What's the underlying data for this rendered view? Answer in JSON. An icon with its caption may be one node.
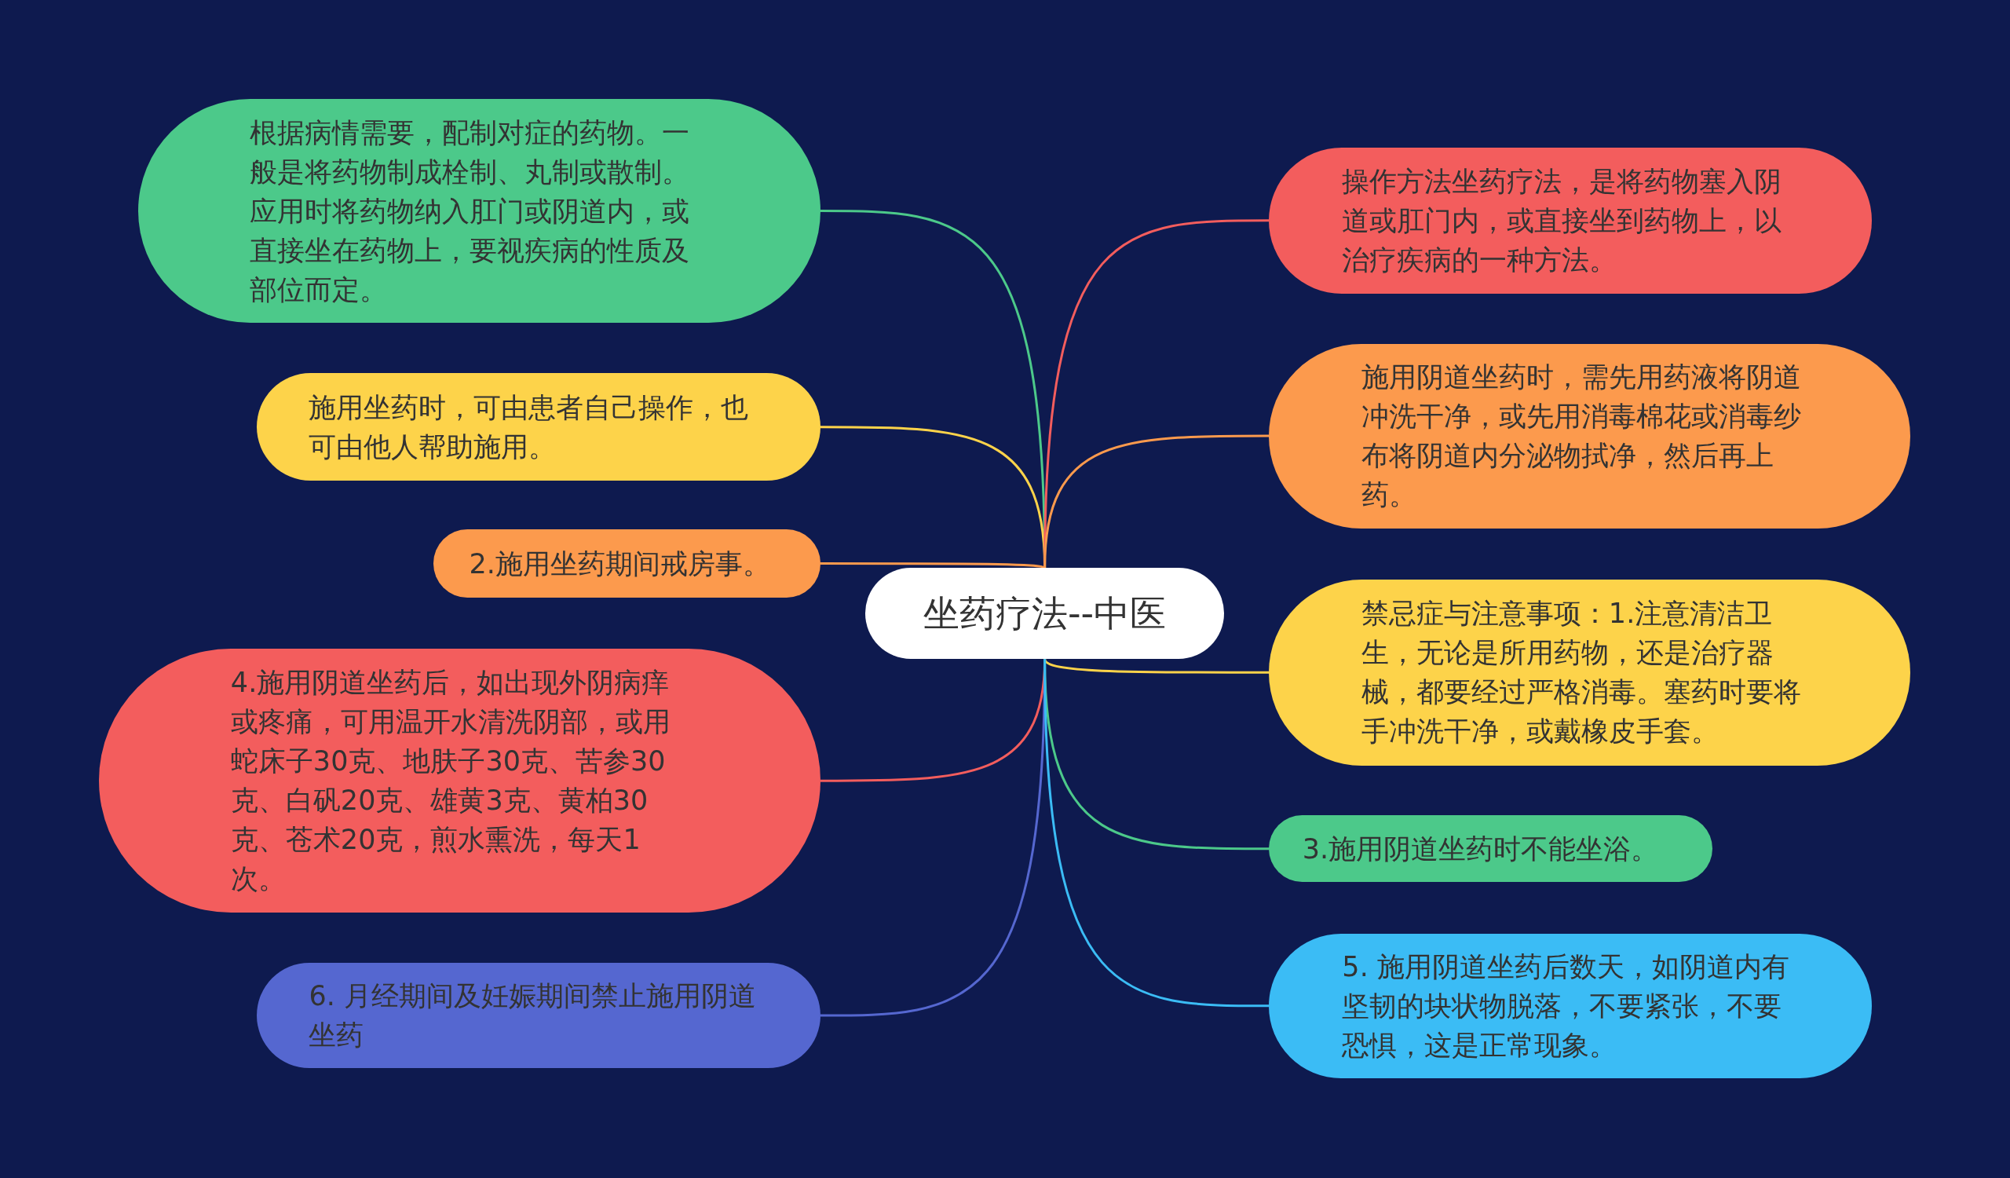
{
  "diagram": {
    "nodes": [
      {
        "text": [
          "坐药疗法--中医"
        ]
      },
      {
        "text": [
          "根据病情需要，配制对症的药物。一般是将药物制成栓制、丸制或散制。应用时将药物纳入肛门或阴道内，或直接坐在药物上，要视疾病的性质及部位而定。"
        ]
      },
      {
        "text": [
          "施用坐药时，可由患者自己操作，也可由他人帮助施用。"
        ]
      },
      {
        "text": [
          "2.施用坐药期间戒房事。"
        ]
      },
      {
        "text": [
          "4.施用阴道坐药后，如出现外阴病痒或疼痛，可用温开水清洗阴部，或用蛇床子30克、地肤子30克、苦参30克、白矾20克、雄黄3克、黄柏30克、苍术20克，煎水熏洗，每天1次。"
        ]
      },
      {
        "text": [
          "6. 月经期间及妊娠期间禁止施用阴道坐药"
        ]
      },
      {
        "text": [
          "操作方法坐药疗法，是将药物塞入阴道或肛门内，或直接坐到药物上，以治疗疾病的一种方法。"
        ]
      },
      {
        "text": [
          "施用阴道坐药时，需先用药液将阴道冲洗干净，或先用消毒棉花或消毒纱布将阴道内分泌物拭净，然后再上药。"
        ]
      },
      {
        "text": [
          "禁忌症与注意事项：1.注意清洁卫生，无论是所用药物，还是治疗器械，都要经过严格消毒。塞药时要将手冲洗干净，或戴橡皮手套。"
        ]
      },
      {
        "text": [
          "3.施用阴道坐药时不能坐浴。"
        ]
      },
      {
        "text": [
          "5. 施用阴道坐药后数天，如阴道内有坚韧的块状物脱落，不要紧张，不要恐惧，这是正常现象。"
        ]
      }
    ],
    "edges": [
      {
        "from": 0,
        "to": 1,
        "arrow": "none",
        "color": "#4cc98a"
      },
      {
        "from": 0,
        "to": 2,
        "arrow": "none",
        "color": "#fdd34a"
      },
      {
        "from": 0,
        "to": 3,
        "arrow": "none",
        "color": "#fc9a4d"
      },
      {
        "from": 0,
        "to": 4,
        "arrow": "none",
        "color": "#f35d5d"
      },
      {
        "from": 0,
        "to": 5,
        "arrow": "none",
        "color": "#5567d0"
      },
      {
        "from": 0,
        "to": 6,
        "arrow": "none",
        "color": "#f35d5d"
      },
      {
        "from": 0,
        "to": 7,
        "arrow": "none",
        "color": "#fc9a4d"
      },
      {
        "from": 0,
        "to": 8,
        "arrow": "none",
        "color": "#fdd34a"
      },
      {
        "from": 0,
        "to": 9,
        "arrow": "none",
        "color": "#4cc98a"
      },
      {
        "from": 0,
        "to": 10,
        "arrow": "none",
        "color": "#3bbcf5"
      }
    ]
  }
}
